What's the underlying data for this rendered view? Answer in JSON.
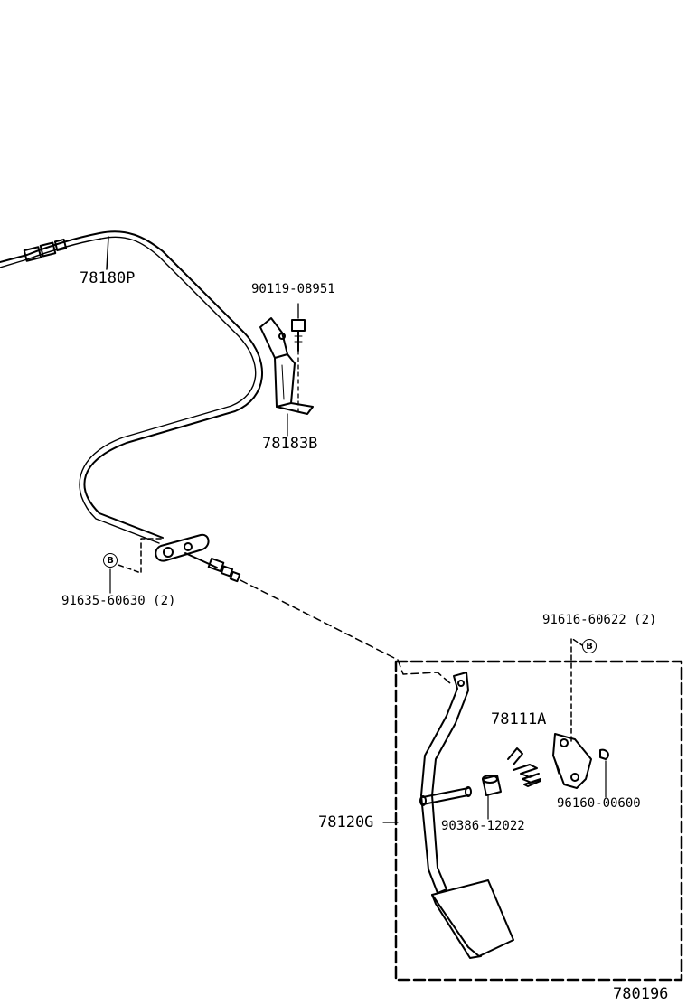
{
  "diagram_code": "780196",
  "parts": {
    "cable": "78180P",
    "bracket_bolt": "90119-08951",
    "bracket": "78183B",
    "cable_clamp_bolt": "91635-60630 (2)",
    "pedal_support_bolt": "91616-60622 (2)",
    "pedal_spring": "78111A",
    "pedal_support": "96160-00600",
    "pedal_arm": "78120G",
    "bushing": "90386-12022"
  },
  "callout_letter": "B"
}
